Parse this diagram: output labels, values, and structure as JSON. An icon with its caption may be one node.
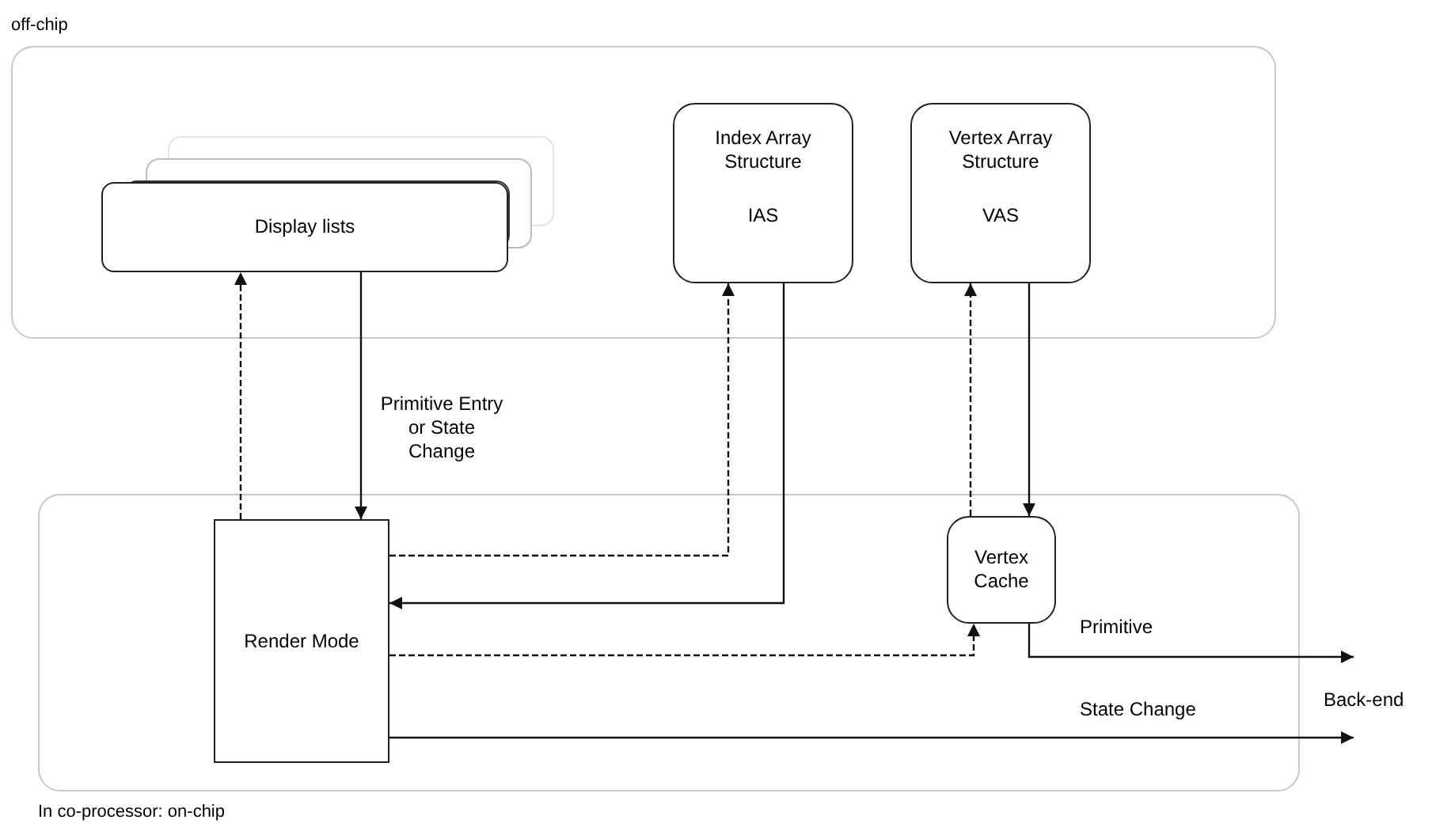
{
  "diagram": {
    "nodes": [
      {
        "text": [
          "off-chip"
        ]
      },
      {
        "text": [
          "Display lists"
        ],
        "in": 0
      },
      {
        "text": [
          "Index Array Structure",
          "IAS"
        ],
        "in": 0
      },
      {
        "text": [
          "Vertex Array Structure",
          "VAS"
        ],
        "in": 0
      },
      {
        "text": [
          "In co-processor: on-chip"
        ]
      },
      {
        "text": [
          "Render Mode"
        ],
        "in": 4
      },
      {
        "text": [
          "Vertex Cache"
        ],
        "in": 4
      }
    ],
    "edges": [
      {
        "from": 5,
        "to": 1,
        "arrow": "to",
        "style": "dashed"
      },
      {
        "from": 1,
        "to": 5,
        "arrow": "to",
        "label": "Primitive Entry or State Change"
      },
      {
        "from": 5,
        "to": 2,
        "arrow": "to",
        "style": "dashed"
      },
      {
        "from": 2,
        "to": 5,
        "arrow": "to"
      },
      {
        "from": 5,
        "to": 6,
        "arrow": "to",
        "style": "dashed"
      },
      {
        "from": 6,
        "to": 3,
        "arrow": "to",
        "style": "dashed"
      },
      {
        "from": 3,
        "to": 6,
        "arrow": "to"
      },
      {
        "from": 6,
        "to": null,
        "arrow": "to",
        "label": "Primitive"
      },
      {
        "from": 5,
        "to": null,
        "arrow": "to",
        "label": "State Change"
      }
    ],
    "labels": [
      "Back-end"
    ]
  }
}
